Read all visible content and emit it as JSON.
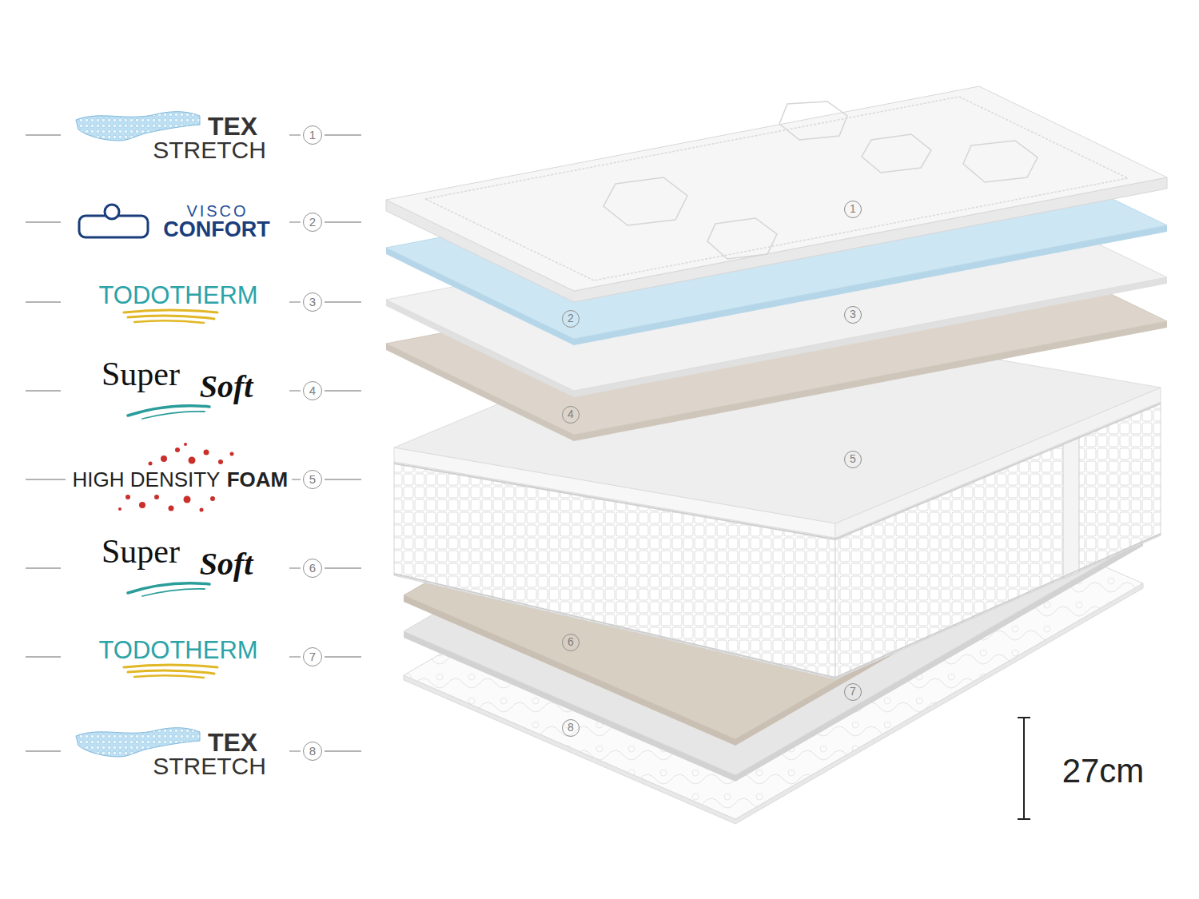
{
  "diagram": {
    "labels": [
      "TEX",
      "STRETCH",
      "1",
      "VISCO",
      "CONFORT",
      "2",
      "TODOTHERM",
      "3",
      "Super",
      "Soft",
      "4",
      "HIGH DENSITY",
      "FOAM",
      "5",
      "Super",
      "Soft",
      "6",
      "TODOTHERM",
      "7",
      "TEX",
      "STRETCH",
      "8",
      "1",
      "2",
      "3",
      "4",
      "5",
      "6",
      "7",
      "8",
      "27cm"
    ]
  }
}
